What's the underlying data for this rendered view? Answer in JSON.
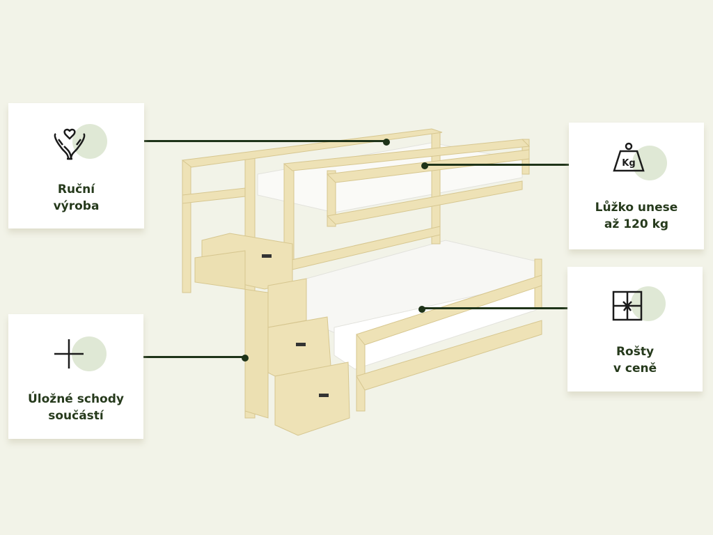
{
  "features": [
    {
      "id": "handmade",
      "icon": "hands-heart-icon",
      "label": "Ruční\nvýroba"
    },
    {
      "id": "capacity",
      "icon": "kg-weight-icon",
      "label": "Lůžko unese\naž 120 kg",
      "icon_text": "Kg"
    },
    {
      "id": "stairs",
      "icon": "plus-icon",
      "label": "Úložné schody\nsoučástí"
    },
    {
      "id": "slats",
      "icon": "gift-box-icon",
      "label": "Rošty\nv ceně"
    }
  ],
  "colors": {
    "background": "#f2f3e8",
    "text": "#263a1c",
    "accent_circle": "#dfe8d5",
    "wood": "#eee2b6"
  }
}
